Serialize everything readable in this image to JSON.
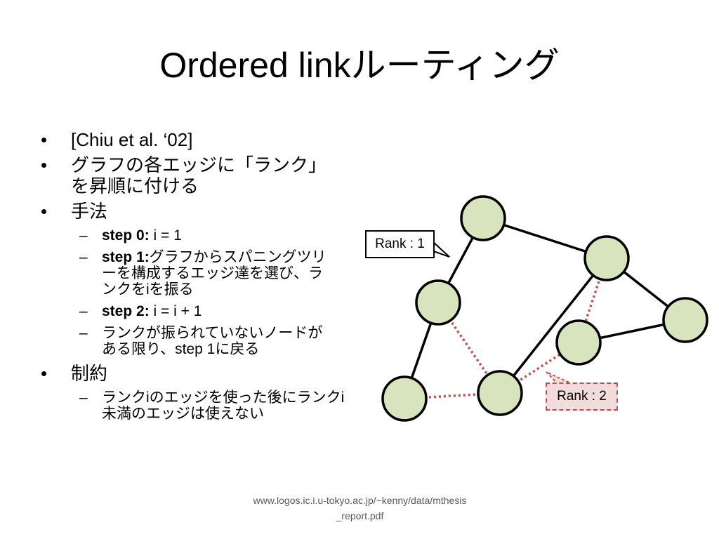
{
  "slide": {
    "title": "Ordered linkルーティング",
    "bullets": [
      {
        "text": "[Chiu et al. ‘02]"
      },
      {
        "text": "グラフの各エッジに「ランク」を昇順に付ける"
      },
      {
        "text": "手法"
      },
      {
        "text": "制約"
      }
    ],
    "steps": [
      {
        "bold": "step 0:",
        "rest": " i = 1"
      },
      {
        "bold": "step 1:",
        "rest": "グラフからスパニングツリーを構成するエッジ達を選び、ランクをiを振る"
      },
      {
        "bold": "step 2:",
        "rest": " i = i + 1"
      },
      {
        "bold": "",
        "rest": "ランクが振られていないノードがある限り、step 1に戻る"
      }
    ],
    "constraints": [
      {
        "text": "ランクiのエッジを使った後にランクi未満のエッジは使えない"
      }
    ],
    "bullet_symbol": "•",
    "dash_symbol": "–",
    "callout_rank1": "Rank : 1",
    "callout_rank2": "Rank : 2",
    "footer": "www.logos.ic.i.u-tokyo.ac.jp/~kenny/data/mthesis_report.pdf"
  },
  "colors": {
    "node_fill": "#d7e4bd",
    "node_stroke": "#000000",
    "rank1_edge": "#000000",
    "rank2_edge": "#c0504d",
    "rank2_callout_fill": "#f2dcdb"
  }
}
